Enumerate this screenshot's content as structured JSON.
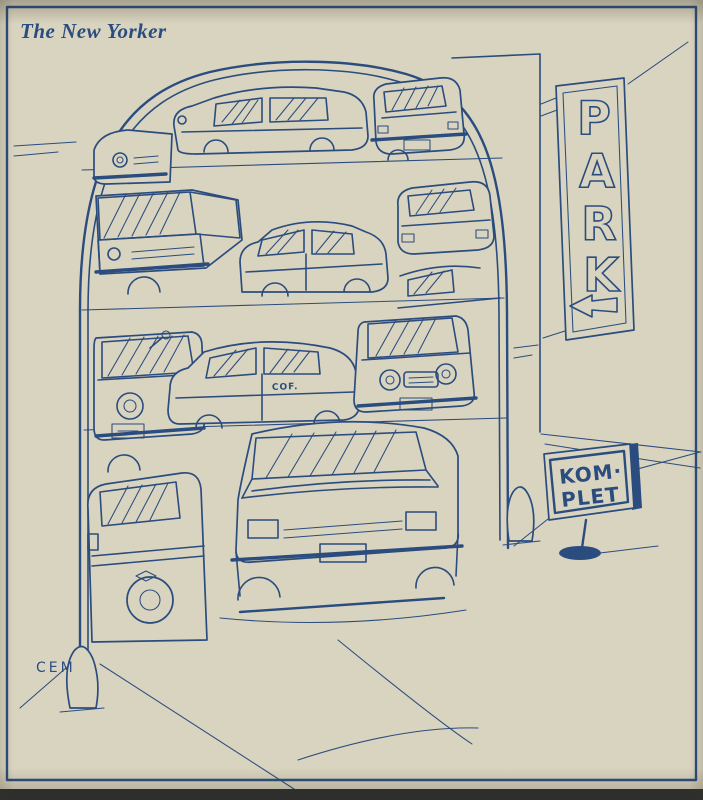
{
  "colors": {
    "ink": "#2b4c7e",
    "paper": "#d9d4bf"
  },
  "cartoon": {
    "title": "The New Yorker",
    "park_sign": {
      "letters": [
        "P",
        "A",
        "R",
        "K"
      ],
      "arrow_direction": "left"
    },
    "komplet_sign": {
      "line1": "KOM·",
      "line2": "PLET"
    },
    "car_label": "COF.",
    "signature": "CEM"
  }
}
